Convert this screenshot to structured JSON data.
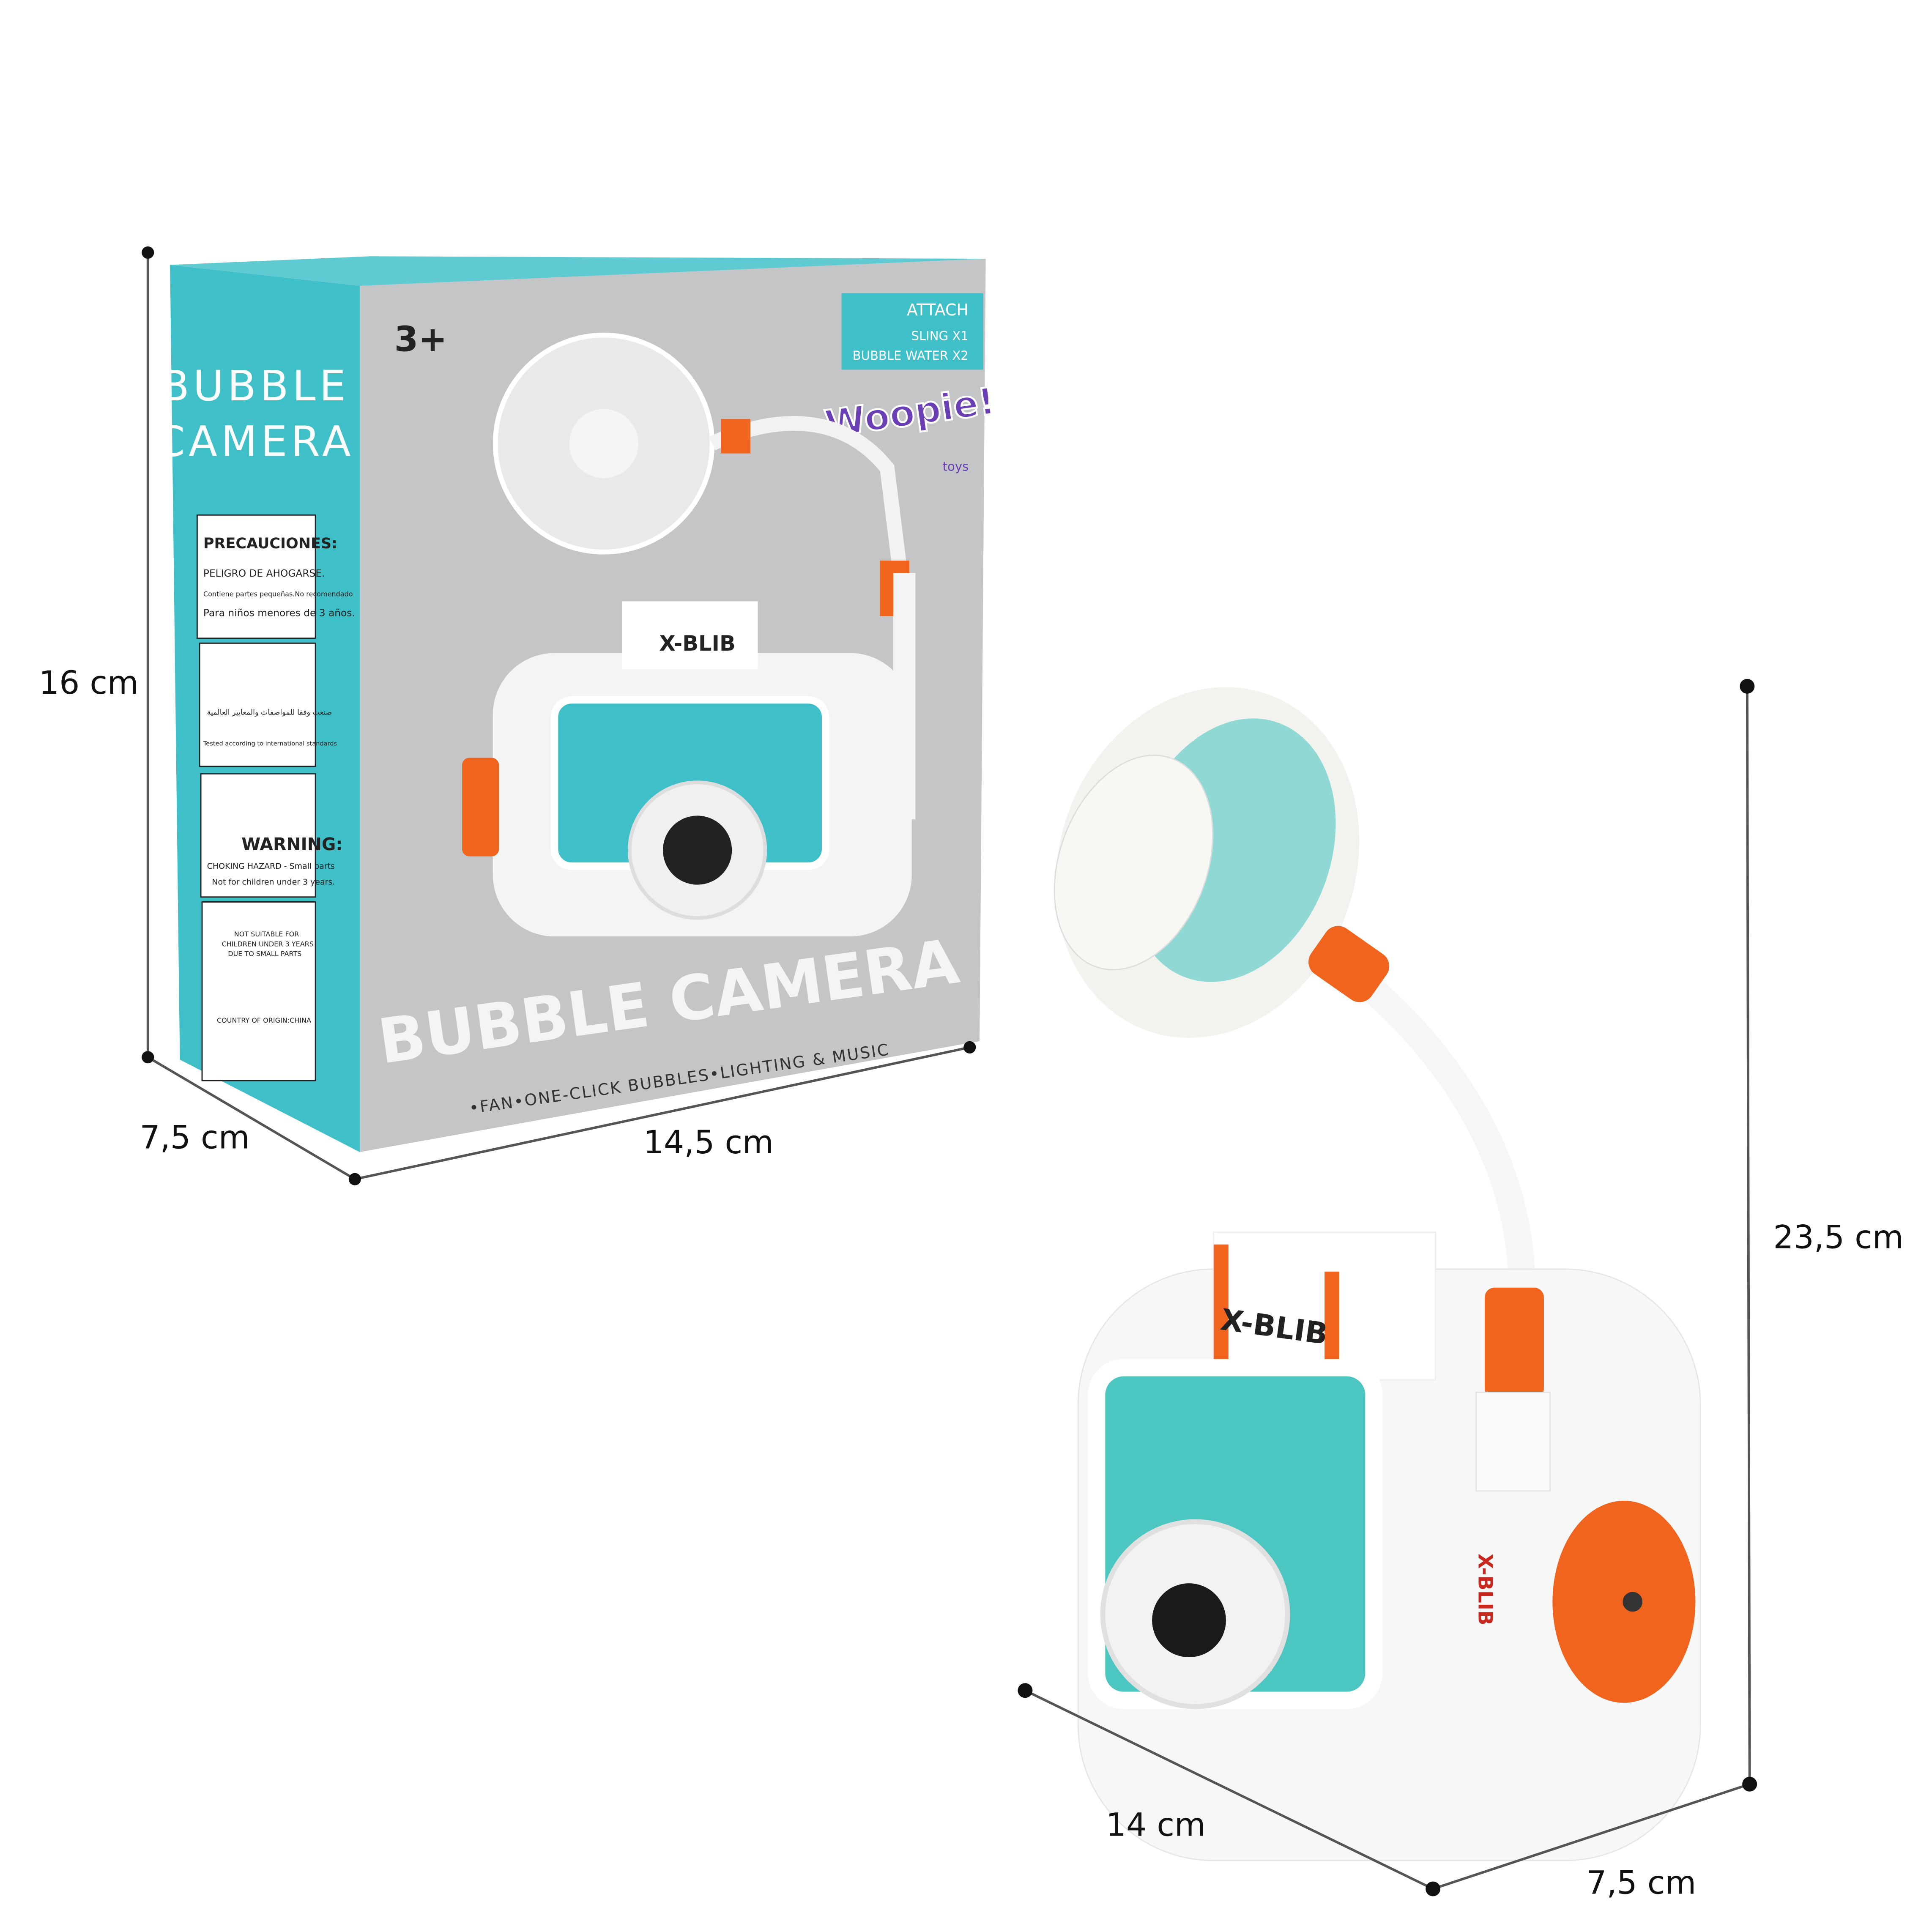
{
  "dimensions": {
    "box_height": "16 cm",
    "box_depth": "7,5 cm",
    "box_width": "14,5 cm",
    "toy_height": "23,5 cm",
    "toy_width": "14 cm",
    "toy_depth": "7,5 cm"
  },
  "box": {
    "side_title_line1": "BUBBLE",
    "side_title_line2": "CAMERA",
    "age": "3+",
    "attach_title": "ATTACH",
    "attach_item1": "SLING X1",
    "attach_item2": "BUBBLE WATER X2",
    "brand": "Woopie!",
    "brand_sub": "toys",
    "model": "X-BLIB",
    "front_title": "BUBBLE CAMERA",
    "tagline": "•FAN•ONE-CLICK BUBBLES•LIGHTING & MUSIC",
    "precautions_title": "PRECAUCIONES:",
    "precautions_text1": "PELIGRO DE AHOGARSE.",
    "precautions_text2": "Contiene partes pequeñas.No recomendado",
    "precautions_text3": "Para niños menores de 3 años.",
    "standards_arabic": "صنعت وفقا للمواصفات والمعايير العالمية",
    "standards_text": "Tested according to international standards",
    "warning_title": "WARNING:",
    "warning_text1": "CHOKING HAZARD - Small parts",
    "warning_text2": "Not for children under 3 years.",
    "notsuitable1": "NOT SUITABLE FOR",
    "notsuitable2": "CHILDREN UNDER 3 YEARS",
    "notsuitable3": "DUE TO SMALL PARTS",
    "origin": "COUNTRY OF ORIGIN:CHINA"
  },
  "toy": {
    "model": "X-BLIB",
    "side_model": "X-BLIB"
  },
  "colors": {
    "teal": "#3fbfc8",
    "orange": "#f0641e",
    "box_gray": "#bfc1c3"
  }
}
